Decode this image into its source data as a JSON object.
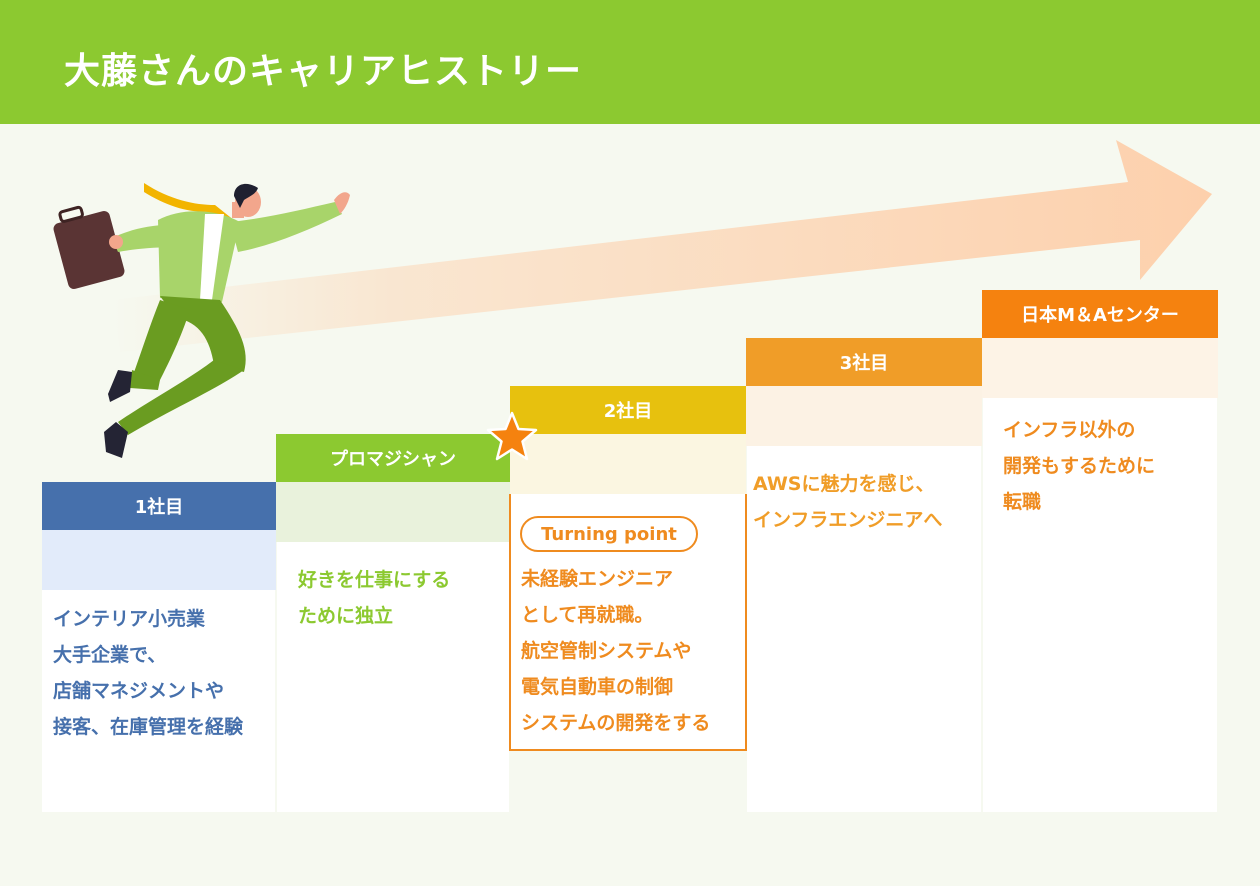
{
  "header": {
    "title": "大藤さんのキャリアヒストリー"
  },
  "colors": {
    "header_bg": "#8cc930",
    "step1": "#4670ac",
    "step2": "#8cc930",
    "step3": "#e7c10e",
    "step4": "#f09d28",
    "step5": "#f5820f",
    "arrow": "#fdd0ac",
    "highlight": "#ef8b1f"
  },
  "steps": [
    {
      "label": "1社目",
      "lines": [
        "インテリア小売業",
        "大手企業で、",
        "店舗マネジメントや",
        "接客、在庫管理を経験"
      ]
    },
    {
      "label": "プロマジシャン",
      "lines": [
        "好きを仕事にする",
        "ために独立"
      ]
    },
    {
      "label": "2社目",
      "badge": "Turning point",
      "lines": [
        "未経験エンジニア",
        "として再就職。",
        "航空管制システムや",
        "電気自動車の制御",
        "システムの開発をする"
      ]
    },
    {
      "label": "3社目",
      "lines": [
        "AWSに魅力を感じ、",
        "インフラエンジニアへ"
      ]
    },
    {
      "label": "日本M＆Aセンター",
      "lines": [
        "インフラ以外の",
        "開発もするために",
        "転職"
      ]
    }
  ],
  "icons": {
    "star": "star-icon",
    "runner": "businessman-running-illustration",
    "arrow": "growth-arrow"
  }
}
